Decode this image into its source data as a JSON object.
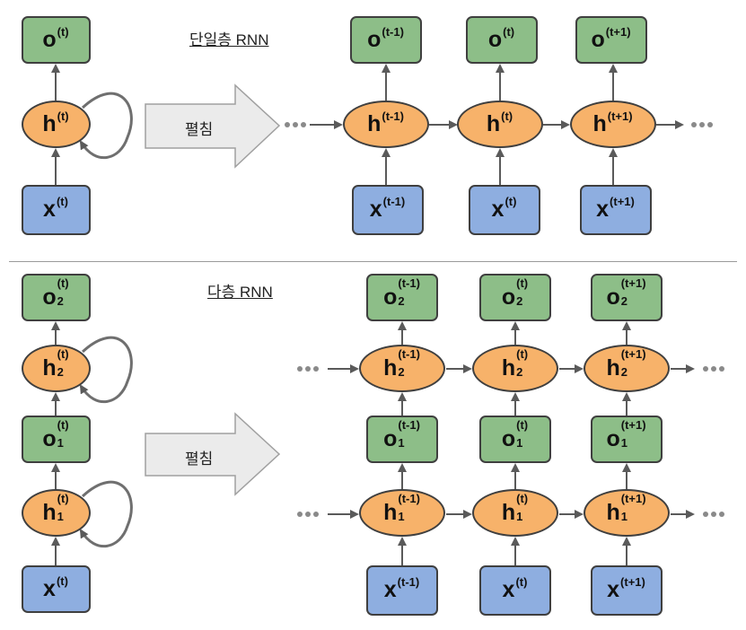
{
  "top": {
    "title": "단일층 RNN",
    "unfold_label": "펼침",
    "folded": {
      "output": "o",
      "hidden": "h",
      "input": "x",
      "sup": "(t)"
    },
    "steps": [
      {
        "output": "o",
        "hidden": "h",
        "input": "x",
        "sup": "(t-1)"
      },
      {
        "output": "o",
        "hidden": "h",
        "input": "x",
        "sup": "(t)"
      },
      {
        "output": "o",
        "hidden": "h",
        "input": "x",
        "sup": "(t+1)"
      }
    ]
  },
  "bottom": {
    "title": "다층 RNN",
    "unfold_label": "펼침",
    "folded": {
      "output2": "o",
      "hidden2": "h",
      "output1": "o",
      "hidden1": "h",
      "input": "x",
      "sup": "(t)",
      "sub2": "2",
      "sub1": "1"
    },
    "steps": [
      {
        "output": "o",
        "hidden": "h",
        "input": "x",
        "sup": "(t-1)",
        "sub2": "2",
        "sub1": "1"
      },
      {
        "output": "o",
        "hidden": "h",
        "input": "x",
        "sup": "(t)",
        "sub2": "2",
        "sub1": "1"
      },
      {
        "output": "o",
        "hidden": "h",
        "input": "x",
        "sup": "(t+1)",
        "sub2": "2",
        "sub1": "1"
      }
    ]
  },
  "colors": {
    "output": "#8dbe88",
    "hidden": "#f7b26a",
    "input": "#8eaee0",
    "arrow": "#5a5a5a",
    "dots": "#8a8a8a",
    "unfold_arrow": "#ebebeb"
  }
}
